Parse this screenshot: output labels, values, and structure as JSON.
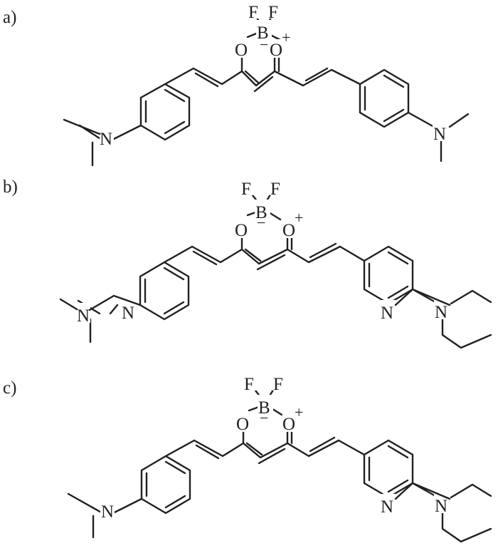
{
  "panels": [
    {
      "label": "a)",
      "atoms": {
        "F1": "F",
        "F2": "F",
        "B": "B",
        "B_charge": "−",
        "O1": "O",
        "O2": "O",
        "O2_charge": "+",
        "N_left": "N",
        "N_right": "N"
      }
    },
    {
      "label": "b)",
      "atoms": {
        "F1": "F",
        "F2": "F",
        "B": "B",
        "B_charge": "−",
        "O1": "O",
        "O2": "O",
        "O2_charge": "+",
        "N_amine_left": "N",
        "N_ring_left": "N",
        "N_ring_right": "N",
        "N_amine_right": "N"
      }
    },
    {
      "label": "c)",
      "atoms": {
        "F1": "F",
        "F2": "F",
        "B": "B",
        "B_charge": "−",
        "O1": "O",
        "O2": "O",
        "O2_charge": "+",
        "N_left": "N",
        "N_ring_right": "N",
        "N_amine_right": "N"
      }
    }
  ],
  "colors": {
    "ink": "#231f20",
    "background": "#ffffff"
  }
}
